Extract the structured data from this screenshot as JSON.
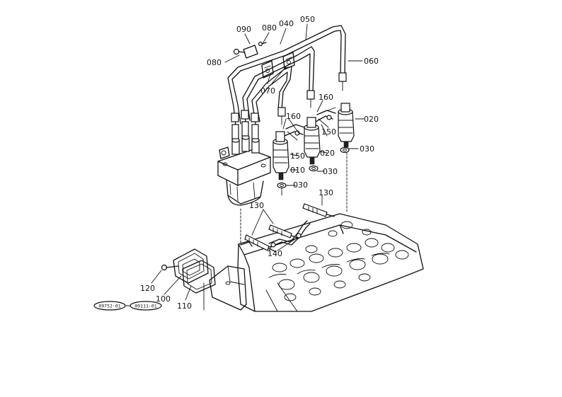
{
  "labels": {
    "p090": "090",
    "p080a": "080",
    "p040": "040",
    "p050": "050",
    "p060": "060",
    "p080b": "080",
    "p070": "070",
    "p160a": "160",
    "p160b": "160",
    "p020a": "020",
    "p020b": "020",
    "p150a": "150",
    "p150b": "150",
    "p030a": "030",
    "p030b": "030",
    "p030c": "030",
    "p010": "010",
    "p130a": "130",
    "p130b": "130",
    "p140": "140",
    "p120": "120",
    "p100": "100",
    "p110": "110"
  },
  "references": {
    "ref1": "09752-01",
    "ref2": "09111-01"
  }
}
